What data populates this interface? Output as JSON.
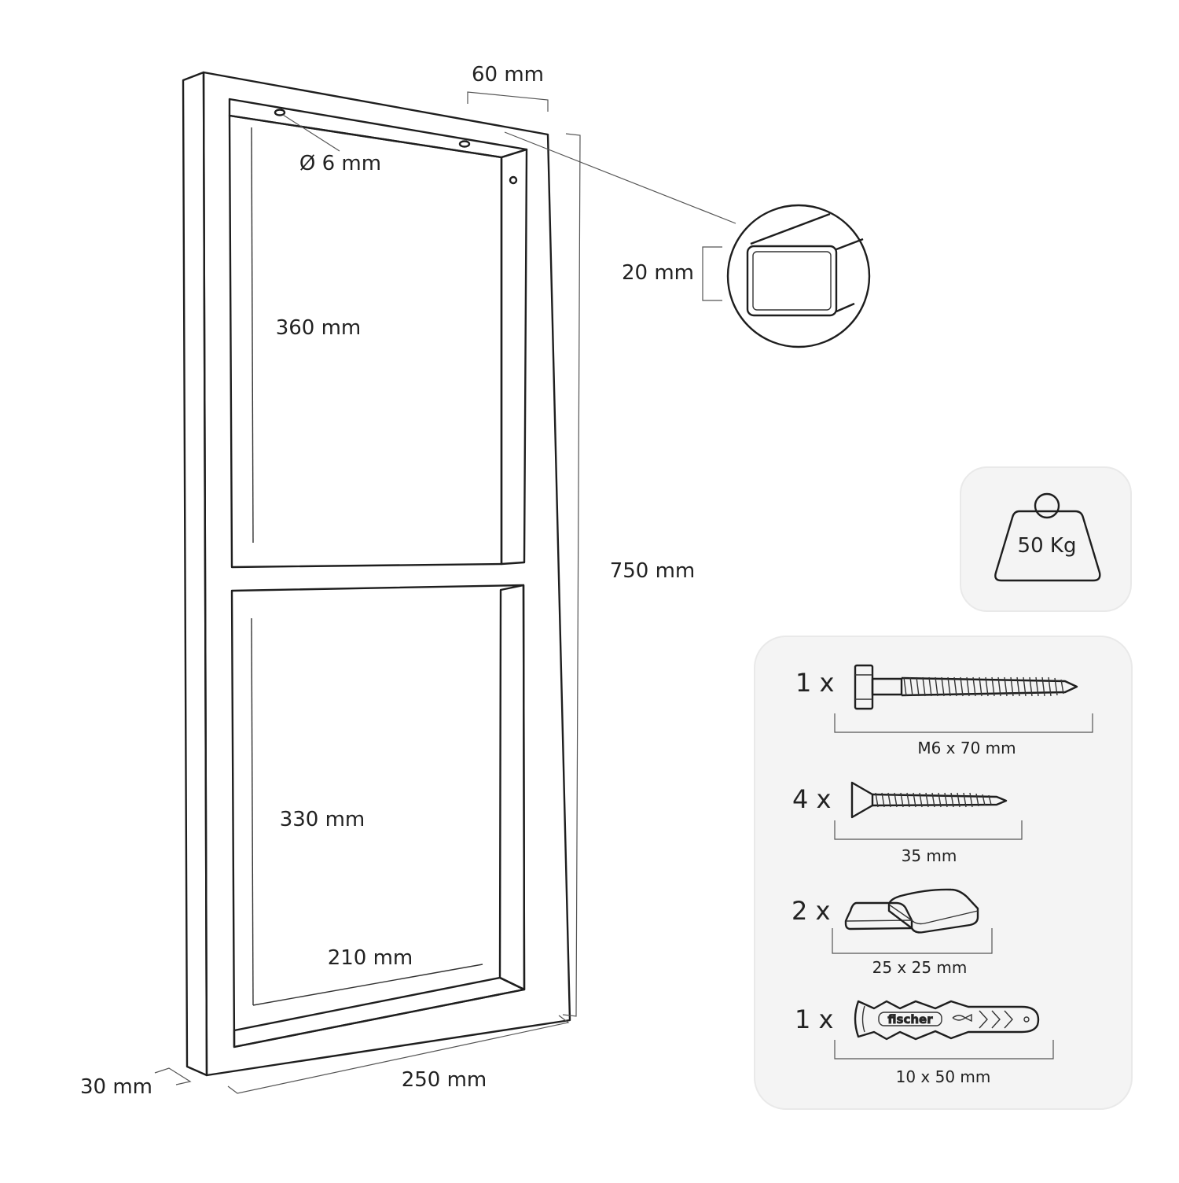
{
  "colors": {
    "line": "#1e1e1e",
    "panel_fill": "#f4f4f4",
    "panel_border": "#e9e9e9",
    "background": "#ffffff"
  },
  "dimensions": {
    "tube_width": "60 mm",
    "hole_diameter": "Ø 6 mm",
    "tube_height": "20 mm",
    "upper_opening": "360 mm",
    "lower_opening": "330 mm",
    "inner_width": "210 mm",
    "total_height": "750 mm",
    "depth": "30 mm",
    "total_width": "250 mm"
  },
  "load": {
    "icon": "weight-icon",
    "label": "50 Kg"
  },
  "hardware": [
    {
      "icon": "hex-bolt-icon",
      "quantity": "1 x",
      "size": "M6 x 70 mm"
    },
    {
      "icon": "countersunk-screw-icon",
      "quantity": "4 x",
      "size": "35 mm"
    },
    {
      "icon": "pad-icon",
      "quantity": "2 x",
      "size": "25 x 25 mm"
    },
    {
      "icon": "wall-plug-icon",
      "quantity": "1 x",
      "size": "10 x 50 mm",
      "brand_mark": "fischer"
    }
  ]
}
